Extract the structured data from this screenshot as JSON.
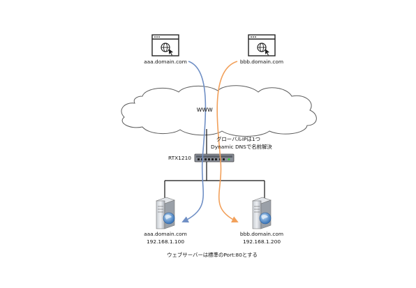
{
  "clients": [
    {
      "label": "aaa.domain.com"
    },
    {
      "label": "bbb.domain.com"
    }
  ],
  "cloud": {
    "label": "www"
  },
  "router": {
    "name": "RTX1210",
    "note_line1": "グローバルIPは1つ",
    "note_line2": "Dynamic DNSで名前解決"
  },
  "servers": [
    {
      "hostname": "aaa.domain.com",
      "ip": "192.168.1.100"
    },
    {
      "hostname": "bbb.domain.com",
      "ip": "192.168.1.200"
    }
  ],
  "footnote": "ウェブサーバーは標準のPort:80とする",
  "colors": {
    "flow_aaa": "#6f8fc5",
    "flow_bbb": "#f2a05a",
    "line": "#111111"
  }
}
